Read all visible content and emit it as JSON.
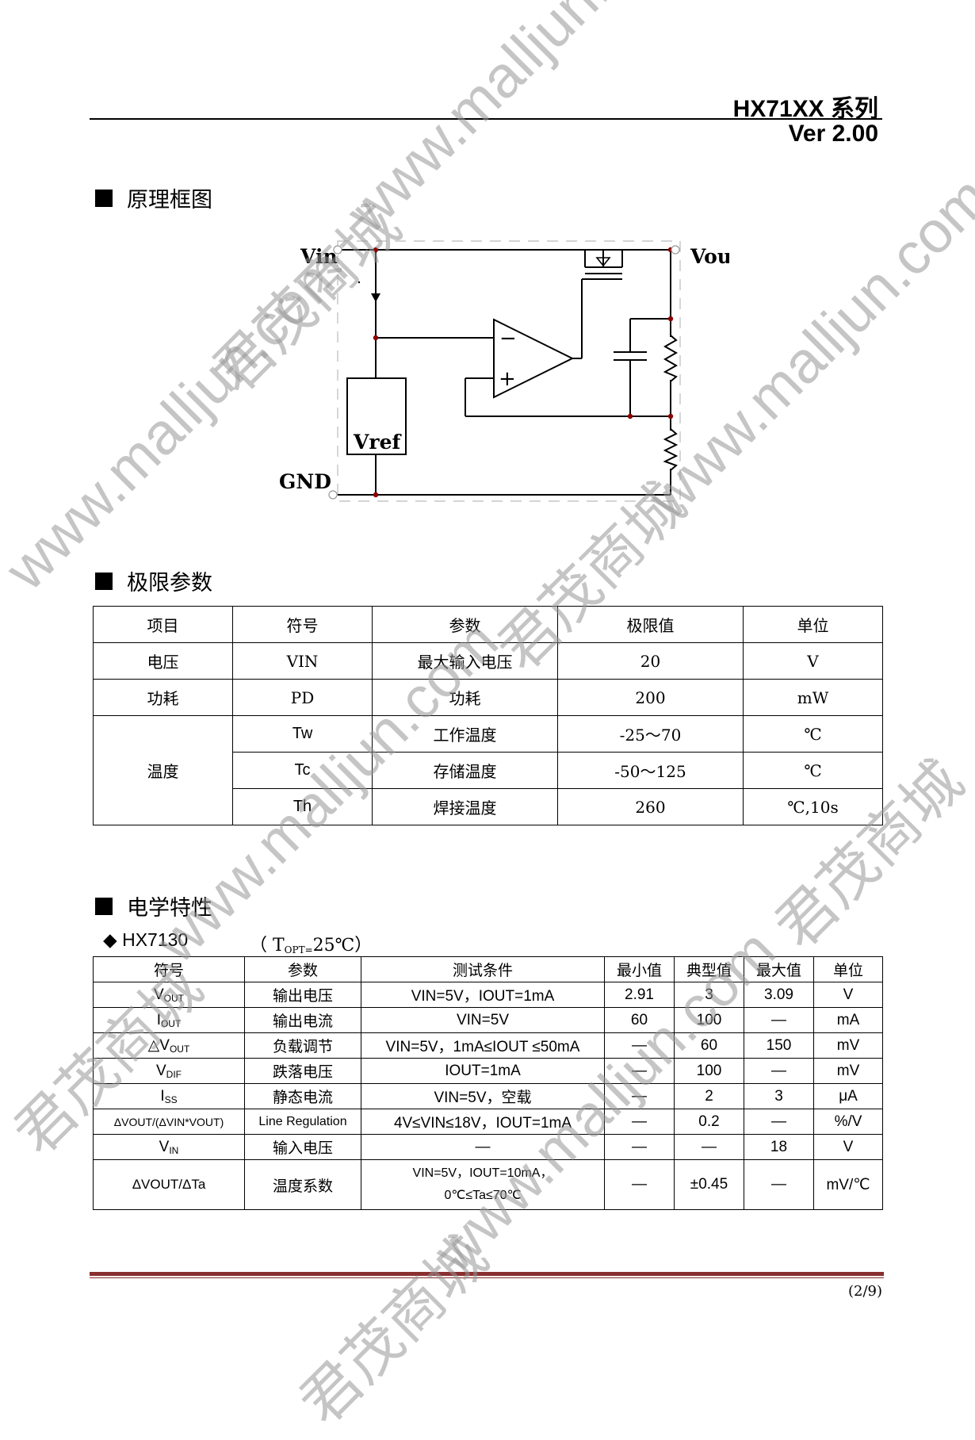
{
  "header": {
    "title": "HX71XX 系列",
    "version": "Ver 2.00"
  },
  "sections": {
    "block_diagram": "原理框图",
    "limits": "极限参数",
    "electrical": "电学特性"
  },
  "diagram": {
    "vin": "Vin",
    "vout": "Vout",
    "vref": "Vref",
    "gnd": "GND",
    "minus": "−",
    "plus": "+"
  },
  "limits_table": {
    "headers": [
      "项目",
      "符号",
      "参数",
      "极限值",
      "单位"
    ],
    "rows": [
      [
        "电压",
        "VIN",
        "最大输入电压",
        "20",
        "V"
      ],
      [
        "功耗",
        "PD",
        "功耗",
        "200",
        "mW"
      ]
    ],
    "temperature": {
      "label": "温度",
      "rows": [
        [
          "Tw",
          "工作温度",
          "-25～70",
          "℃"
        ],
        [
          "Tc",
          "存储温度",
          "-50～125",
          "℃"
        ],
        [
          "Th",
          "焊接温度",
          "260",
          "℃,10s"
        ]
      ]
    }
  },
  "electrical": {
    "model": "◆ HX7130",
    "condition_prefix": "（ T",
    "condition_sub": "OPT=",
    "condition_suffix": "25℃）",
    "headers": [
      "符号",
      "参数",
      "测试条件",
      "最小值",
      "典型值",
      "最大值",
      "单位"
    ],
    "rows": [
      {
        "sym": "V",
        "sym_sub": "OUT",
        "param": "输出电压",
        "cond": "VIN=5V，IOUT=1mA",
        "min": "2.91",
        "typ": "3",
        "max": "3.09",
        "unit": "V"
      },
      {
        "sym": "I",
        "sym_sub": "OUT",
        "param": "输出电流",
        "cond": "VIN=5V",
        "min": "60",
        "typ": "100",
        "max": "—",
        "unit": "mA"
      },
      {
        "sym": "△V",
        "sym_sub": "OUT",
        "param": "负载调节",
        "cond": "VIN=5V，1mA≤IOUT ≤50mA",
        "min": "—",
        "typ": "60",
        "max": "150",
        "unit": "mV"
      },
      {
        "sym": "V",
        "sym_sub": "DIF",
        "param": "跌落电压",
        "cond": "IOUT=1mA",
        "min": "—",
        "typ": "100",
        "max": "—",
        "unit": "mV"
      },
      {
        "sym": "I",
        "sym_sub": "SS",
        "param": "静态电流",
        "cond": "VIN=5V，空载",
        "min": "—",
        "typ": "2",
        "max": "3",
        "unit": "μA"
      },
      {
        "sym": "ΔVOUT/(ΔVIN*VOUT)",
        "sym_sub": "",
        "param": "Line Regulation",
        "cond": "4V≤VIN≤18V，IOUT=1mA",
        "min": "—",
        "typ": "0.2",
        "max": "—",
        "unit": "%/V"
      },
      {
        "sym": "V",
        "sym_sub": "IN",
        "param": "输入电压",
        "cond": "—",
        "min": "—",
        "typ": "—",
        "max": "18",
        "unit": "V"
      },
      {
        "sym": "ΔVOUT/ΔTa",
        "sym_sub": "",
        "param": "温度系数",
        "cond": "VIN=5V，IOUT=10mA，",
        "cond2": "0℃≤Ta≤70℃",
        "min": "—",
        "typ": "±0.45",
        "max": "—",
        "unit": "mV/℃"
      }
    ]
  },
  "footer": {
    "page": "(2/9)"
  },
  "watermarks": [
    "www.malljun.com",
    "君茂商城"
  ]
}
